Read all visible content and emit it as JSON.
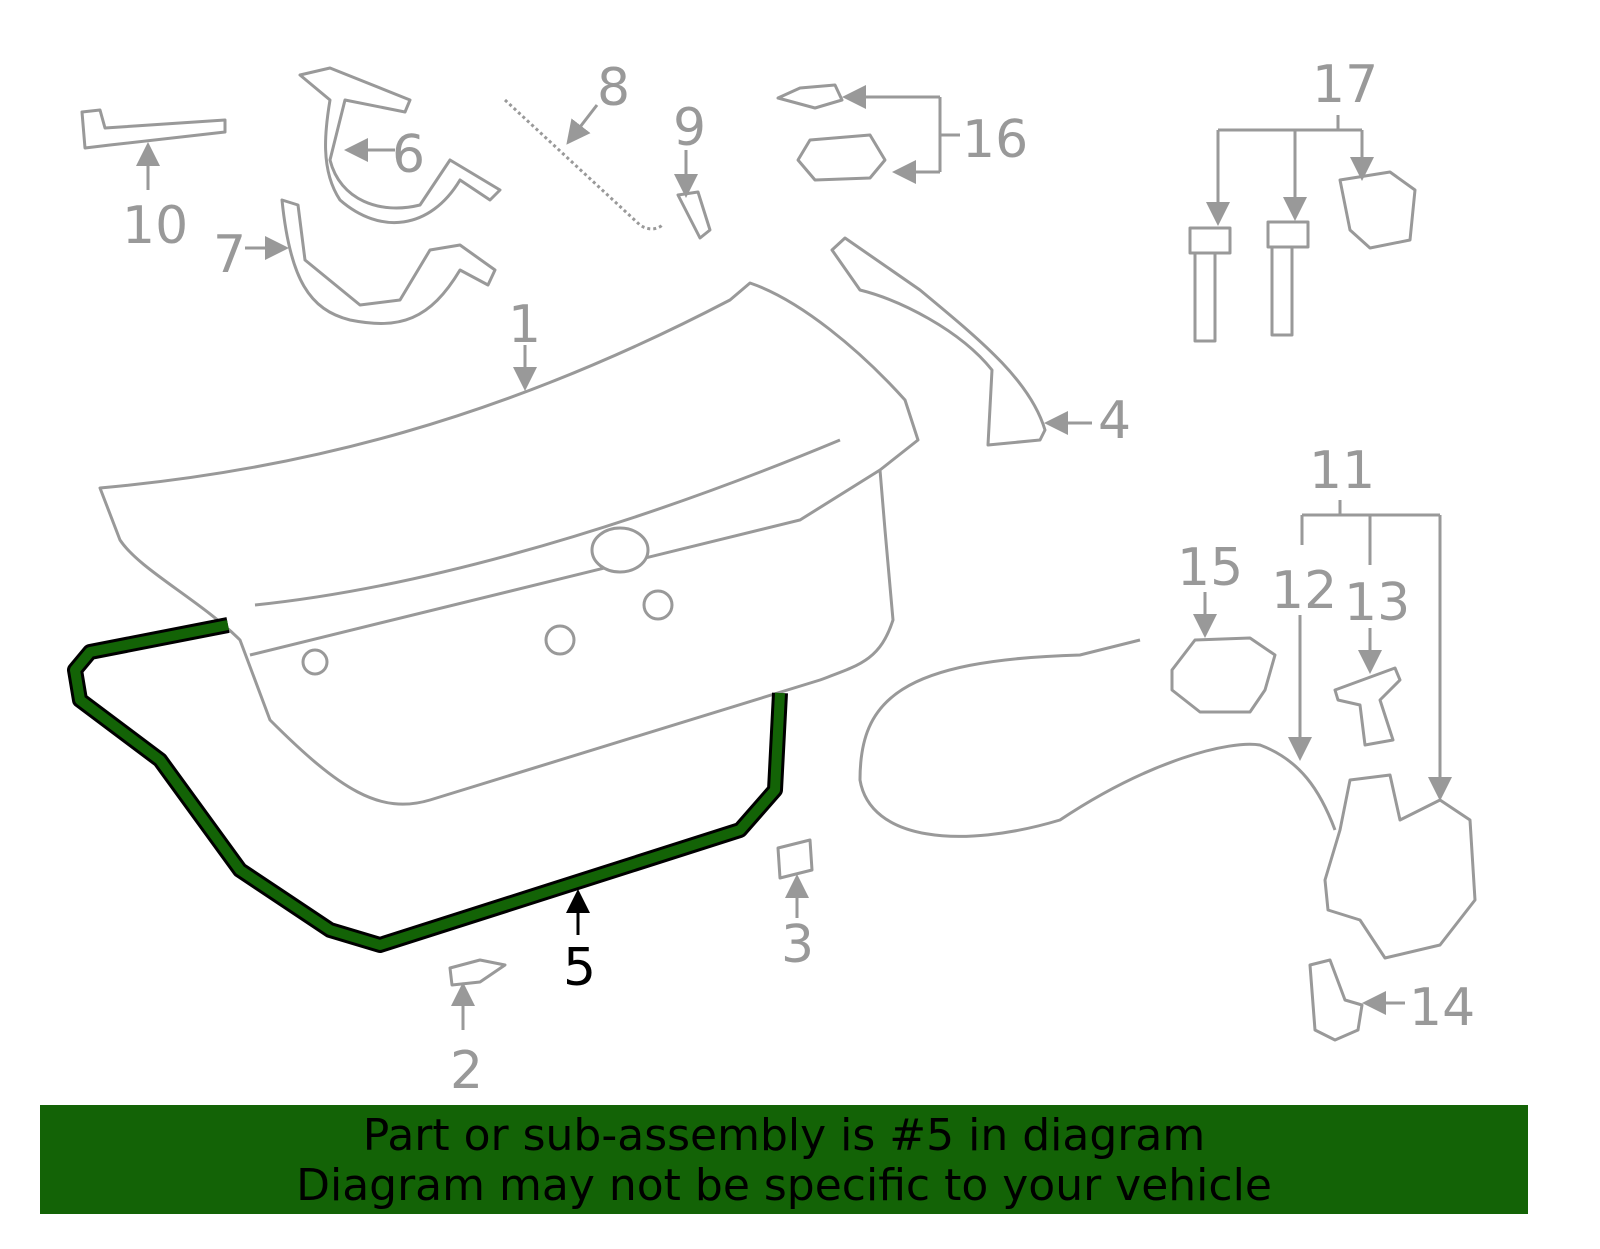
{
  "diagram": {
    "callouts": [
      "1",
      "2",
      "3",
      "4",
      "5",
      "6",
      "7",
      "8",
      "9",
      "10",
      "11",
      "12",
      "13",
      "14",
      "15",
      "16",
      "17"
    ],
    "selected_part": "5",
    "highlight_color": "#136306",
    "line_color": "#999999"
  },
  "banner": {
    "line1": "Part or sub-assembly is #5 in diagram",
    "line2": "Diagram may not be specific to your vehicle",
    "background": "#136306"
  }
}
